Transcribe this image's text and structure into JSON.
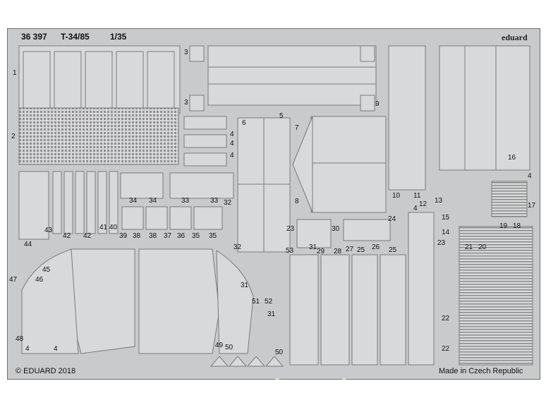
{
  "header": {
    "catalog_no": "36 397",
    "subject": "T-34/85",
    "scale": "1/35"
  },
  "brand": "eduard",
  "footer": {
    "copyright": "© EDUARD 2018",
    "origin": "Made in Czech Republic"
  },
  "watermark": "eduard",
  "colors": {
    "fret": "#c9cacb",
    "part_fill": "#d8d9da",
    "part_stroke": "#7a7a7a",
    "label": "#111111"
  },
  "labels": [
    "1",
    "2",
    "3",
    "3",
    "4",
    "4",
    "4",
    "4",
    "4",
    "4",
    "4",
    "5",
    "6",
    "7",
    "8",
    "9",
    "10",
    "11",
    "12",
    "13",
    "14",
    "15",
    "16",
    "17",
    "18",
    "19",
    "20",
    "21",
    "22",
    "22",
    "23",
    "23",
    "24",
    "25",
    "25",
    "26",
    "27",
    "28",
    "29",
    "30",
    "31",
    "31",
    "31",
    "32",
    "32",
    "33",
    "33",
    "34",
    "34",
    "35",
    "35",
    "36",
    "37",
    "38",
    "38",
    "39",
    "40",
    "41",
    "42",
    "42",
    "43",
    "44",
    "45",
    "46",
    "47",
    "48",
    "49",
    "50",
    "50",
    "51",
    "52",
    "53"
  ]
}
